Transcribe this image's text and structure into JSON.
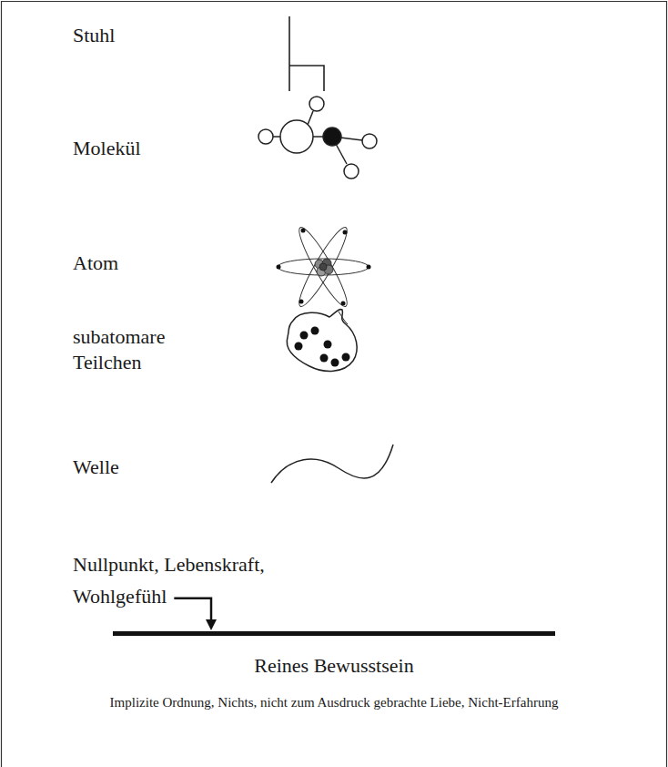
{
  "diagram": {
    "labels": [
      "Stuhl",
      "Molekül",
      "Atom",
      "subatomare Teilchen",
      "Welle",
      "Nullpunkt, Lebenskraft, Wohlgefühl",
      "Reines Bewusstsein",
      "Implizite Ordnung, Nichts, nicht zum Ausdruck gebrachte Liebe, Nicht-Erfahrung"
    ]
  }
}
